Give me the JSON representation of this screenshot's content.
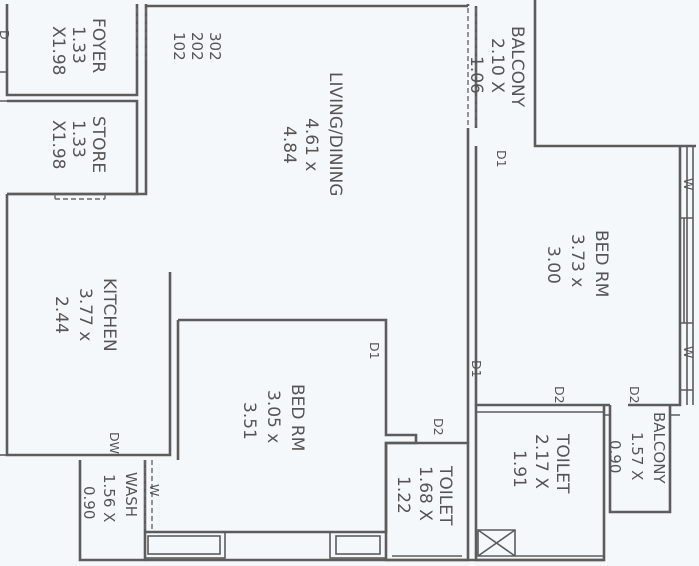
{
  "rooms": {
    "foyer": {
      "name": "FOYER",
      "dim1": "1.33",
      "dim2": "X1.98"
    },
    "store": {
      "name": "STORE",
      "dim1": "1.33",
      "dim2": "X1.98"
    },
    "living": {
      "name": "LIVING/DINING",
      "dim1": "4.61 x",
      "dim2": "4.84"
    },
    "balcony_top": {
      "name": "BALCONY",
      "dim1": "2.10 X",
      "dim2": "1.06"
    },
    "bed_right": {
      "name": "BED RM",
      "dim1": "3.73 x",
      "dim2": "3.00"
    },
    "kitchen": {
      "name": "KITCHEN",
      "dim1": "3.77 x",
      "dim2": "2.44"
    },
    "bed_mid": {
      "name": "BED RM",
      "dim1": "3.05 x",
      "dim2": "3.51"
    },
    "toilet_small": {
      "name": "TOILET",
      "dim1": "1.68 X",
      "dim2": "1.22"
    },
    "toilet_large": {
      "name": "TOILET",
      "dim1": "2.17 X",
      "dim2": "1.91"
    },
    "balcony_small": {
      "name": "BALCONY",
      "dim1": "1.57 X",
      "dim2": "0.90"
    },
    "wash": {
      "name": "WASH",
      "dim1": "1.56 X",
      "dim2": "0.90"
    }
  },
  "unit_numbers": [
    "302",
    "202",
    "102"
  ],
  "labels": {
    "d1": "D1",
    "d2": "D2",
    "w": "W",
    "dw": "DW",
    "d_edge": "D"
  }
}
